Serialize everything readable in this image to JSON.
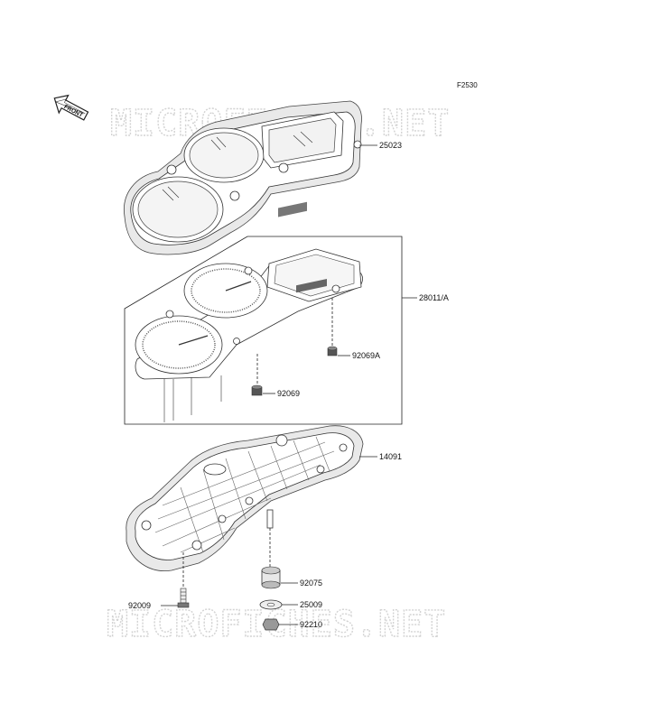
{
  "figure_code": "F2530",
  "front_label": "FRONT",
  "watermark_text": "MICROFICHES.NET",
  "parts": [
    {
      "number": "25023"
    },
    {
      "number": "28011/A"
    },
    {
      "number": "92069A"
    },
    {
      "number": "92069"
    },
    {
      "number": "14091"
    },
    {
      "number": "92075"
    },
    {
      "number": "92009"
    },
    {
      "number": "25009"
    },
    {
      "number": "92210"
    }
  ]
}
